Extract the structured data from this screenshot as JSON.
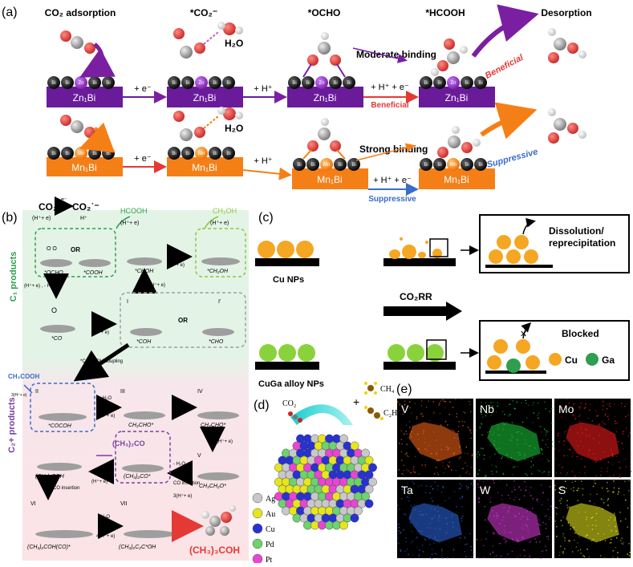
{
  "panel_a": {
    "letter": "(a)",
    "headers": [
      "CO₂ adsorption",
      "*CO₂⁻",
      "*OCHO",
      "*HCOOH",
      "Desorption"
    ],
    "steps": [
      "+ e⁻",
      "+ H⁺",
      "+ H⁺ + e⁻"
    ],
    "water": "H₂O",
    "zn_catalyst": "Zn₁Bi",
    "mn_catalyst": "Mn₁Bi",
    "bi": "Bi",
    "zn": "Zn",
    "mn": "Mn",
    "moderate": "Moderate binding",
    "strong": "Strong binding",
    "beneficial": "Beneficial",
    "suppressive": "Suppressive"
  },
  "panel_b": {
    "letter": "(b)",
    "c1_label": "C₁ products",
    "c2_label": "C₂+ products",
    "co2": "CO₂",
    "co2_minus": "CO₂˙⁻",
    "e_minus": "e⁻",
    "h_plus": "H⁺",
    "he": "(H⁺+ e)",
    "he_h2o": "(H⁺+ e) , - H₂O",
    "or": "OR",
    "hcooh": "HCOOH",
    "ch3oh": "CH₃OH",
    "ch3cooh": "CH₃COOH",
    "acetone": "(CH₃)₂CO",
    "tbutanol": "(CH₃)₃COH",
    "coupling": "*CO-*COH coupling",
    "h2o_minus": "- H₂O",
    "four_he": "4(H⁺+ e)",
    "three_he": "3(H⁺+ e)",
    "co_insertion": "CO insertion",
    "roman": [
      "I",
      "I'",
      "II",
      "III",
      "IV",
      "V",
      "VI",
      "VII"
    ],
    "species": [
      "*OCHO",
      "*COOH",
      "*CHOH",
      "*CH₂OH",
      "*CO",
      "*COH",
      "*CHO",
      "*COCOH",
      "CH₂CHO*",
      "CH₃CHO*",
      "CH₃CH₂O*",
      "(CH₃)₂CO*",
      "(CH₃)₂COH",
      "(CH₃)₂COH(CO)*",
      "(CH₃)₂C₂C*OH"
    ]
  },
  "panel_c": {
    "letter": "(c)",
    "cu_nps": "Cu NPs",
    "cuga": "CuGa alloy NPs",
    "co2rr": "CO₂RR",
    "dissolution": "Dissolution/\nreprecipitation",
    "blocked": "Blocked",
    "legend_cu": "Cu",
    "legend_ga": "Ga"
  },
  "panel_d": {
    "letter": "(d)",
    "co2": "CO₂",
    "plus": "+",
    "ch4": "CH₄",
    "c2h4": "C₂H₄",
    "legend": [
      {
        "name": "Ag",
        "color": "#c8c8c8"
      },
      {
        "name": "Au",
        "color": "#e6e61e"
      },
      {
        "name": "Cu",
        "color": "#2832d2"
      },
      {
        "name": "Pd",
        "color": "#6ed26e"
      },
      {
        "name": "Pt",
        "color": "#e646d2"
      }
    ]
  },
  "panel_e": {
    "letter": "(e)",
    "maps": [
      {
        "el": "V",
        "color": "#ff6a1a"
      },
      {
        "el": "Nb",
        "color": "#1ecf3c"
      },
      {
        "el": "Mo",
        "color": "#ff1e1e"
      },
      {
        "el": "Ta",
        "color": "#2e6ae6"
      },
      {
        "el": "W",
        "color": "#e03ce0"
      },
      {
        "el": "S",
        "color": "#f0f01e"
      }
    ]
  },
  "colors": {
    "zn_purple": "#6a1b9a",
    "mn_orange": "#f57f17",
    "beneficial_red": "#e53935",
    "suppressive_blue": "#3a6bc8",
    "cu_orange": "#f5a623",
    "ga_green": "#2e9e4f",
    "cuga_green": "#8ad23c"
  }
}
